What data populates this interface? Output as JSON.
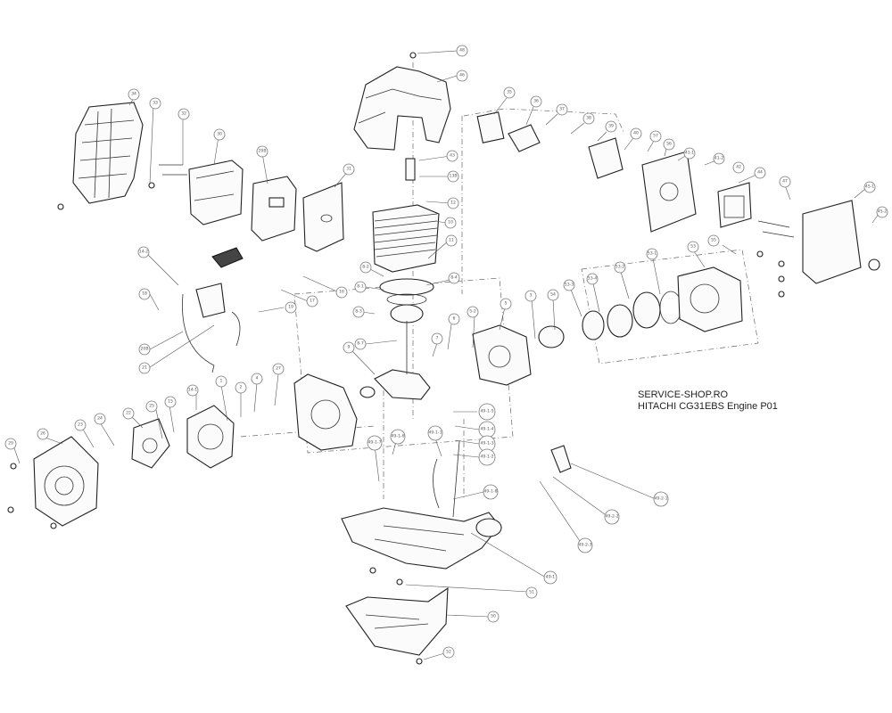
{
  "caption": {
    "shop": "SERVICE-SHOP.RO",
    "model": "HITACHI CG31EBS Engine P01"
  },
  "callouts": [
    {
      "id": "48",
      "label": "48"
    },
    {
      "id": "46",
      "label": "46"
    },
    {
      "id": "35",
      "label": "35"
    },
    {
      "id": "36",
      "label": "36"
    },
    {
      "id": "37",
      "label": "37"
    },
    {
      "id": "38",
      "label": "38"
    },
    {
      "id": "39",
      "label": "39"
    },
    {
      "id": "40",
      "label": "40"
    },
    {
      "id": "57",
      "label": "57"
    },
    {
      "id": "56",
      "label": "56"
    },
    {
      "id": "41-1",
      "label": "41-1"
    },
    {
      "id": "41-2",
      "label": "41-2"
    },
    {
      "id": "42",
      "label": "42"
    },
    {
      "id": "44",
      "label": "44"
    },
    {
      "id": "47",
      "label": "47"
    },
    {
      "id": "45-1",
      "label": "45-1"
    },
    {
      "id": "45-2",
      "label": "45-2"
    },
    {
      "id": "34",
      "label": "34"
    },
    {
      "id": "33",
      "label": "33"
    },
    {
      "id": "32",
      "label": "32"
    },
    {
      "id": "30",
      "label": "30"
    },
    {
      "id": "29b",
      "label": "29B"
    },
    {
      "id": "31",
      "label": "31"
    },
    {
      "id": "43",
      "label": "43"
    },
    {
      "id": "13b",
      "label": "13B"
    },
    {
      "id": "12",
      "label": "12"
    },
    {
      "id": "10",
      "label": "10"
    },
    {
      "id": "11",
      "label": "11"
    },
    {
      "id": "14-2",
      "label": "14-2"
    },
    {
      "id": "18",
      "label": "18"
    },
    {
      "id": "17",
      "label": "17"
    },
    {
      "id": "16",
      "label": "16"
    },
    {
      "id": "19",
      "label": "19"
    },
    {
      "id": "20b",
      "label": "20B"
    },
    {
      "id": "21",
      "label": "21"
    },
    {
      "id": "8-2",
      "label": "8-2"
    },
    {
      "id": "8-1",
      "label": "8-1"
    },
    {
      "id": "8-4",
      "label": "8-4"
    },
    {
      "id": "8-3",
      "label": "8-3"
    },
    {
      "id": "8-7",
      "label": "8-7"
    },
    {
      "id": "9",
      "label": "9"
    },
    {
      "id": "7",
      "label": "7"
    },
    {
      "id": "6",
      "label": "6"
    },
    {
      "id": "5-2",
      "label": "5-2"
    },
    {
      "id": "5",
      "label": "5"
    },
    {
      "id": "3",
      "label": "3"
    },
    {
      "id": "54",
      "label": "54"
    },
    {
      "id": "53-3",
      "label": "53-3"
    },
    {
      "id": "53-4",
      "label": "53-4"
    },
    {
      "id": "53-2",
      "label": "53-2"
    },
    {
      "id": "53-1",
      "label": "53-1"
    },
    {
      "id": "53",
      "label": "53"
    },
    {
      "id": "55",
      "label": "55"
    },
    {
      "id": "27",
      "label": "27"
    },
    {
      "id": "4",
      "label": "4"
    },
    {
      "id": "2",
      "label": "2"
    },
    {
      "id": "1",
      "label": "1"
    },
    {
      "id": "14-1",
      "label": "14-1"
    },
    {
      "id": "15",
      "label": "15"
    },
    {
      "id": "25",
      "label": "25"
    },
    {
      "id": "22",
      "label": "22"
    },
    {
      "id": "24",
      "label": "24"
    },
    {
      "id": "23",
      "label": "23"
    },
    {
      "id": "26",
      "label": "26"
    },
    {
      "id": "29",
      "label": "29"
    },
    {
      "id": "49-1-5",
      "label": "49-1-5"
    },
    {
      "id": "49-1-4",
      "label": "49-1-4"
    },
    {
      "id": "49-1-3",
      "label": "49-1-3"
    },
    {
      "id": "49-1-2",
      "label": "49-1-2"
    },
    {
      "id": "49-1-1",
      "label": "49-1-1"
    },
    {
      "id": "49-1-6",
      "label": "49-1-6"
    },
    {
      "id": "49-1-7",
      "label": "49-1-7"
    },
    {
      "id": "49-2-1",
      "label": "49-2-1"
    },
    {
      "id": "49-2-2",
      "label": "49-2-2"
    },
    {
      "id": "49-2-3",
      "label": "49-2-3"
    },
    {
      "id": "49-1",
      "label": "49-1"
    },
    {
      "id": "49-1-8",
      "label": "49-1-8"
    },
    {
      "id": "51",
      "label": "51"
    },
    {
      "id": "50",
      "label": "50"
    },
    {
      "id": "52",
      "label": "52"
    }
  ]
}
